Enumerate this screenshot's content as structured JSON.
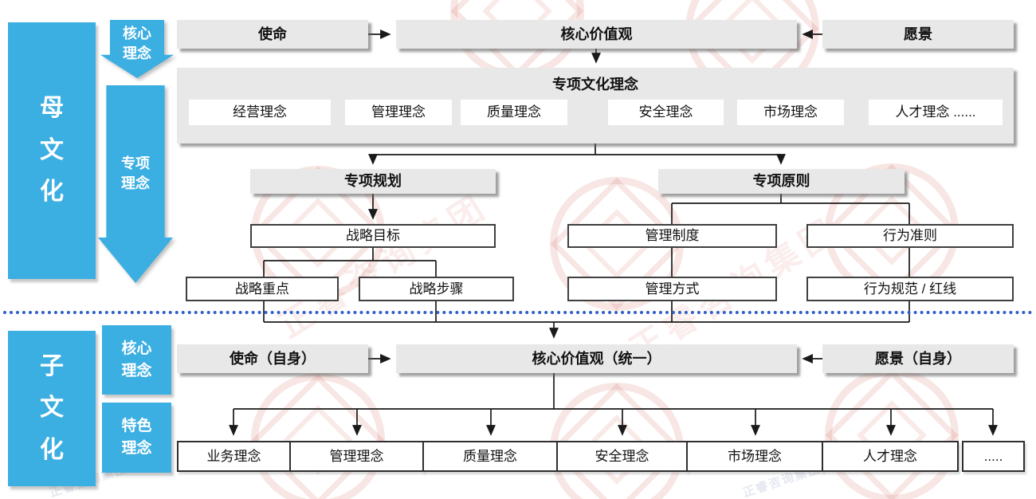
{
  "left_rail": {
    "parent_label": "母文化",
    "child_label": "子文化",
    "parent_core_tag": "核心理念",
    "parent_special_tag": "专项理念",
    "child_core_tag": "核心理念",
    "child_feature_tag": "特色理念"
  },
  "parent_section": {
    "mission": "使命",
    "core_values": "核心价值观",
    "vision": "愿景",
    "special_culture_title": "专项文化理念",
    "special_culture_items": [
      "经营理念",
      "管理理念",
      "质量理念",
      "安全理念",
      "市场理念",
      "人才理念  ......"
    ],
    "planning": {
      "title": "专项规划",
      "strategic_goal": "战略目标",
      "strategic_focus": "战略重点",
      "strategic_steps": "战略步骤"
    },
    "principles": {
      "title": "专项原则",
      "management_system": "管理制度",
      "management_method": "管理方式",
      "code_of_conduct": "行为准则",
      "behavior_norms": "行为规范 / 红线"
    }
  },
  "child_section": {
    "mission": "使命（自身）",
    "core_values": "核心价值观（统一）",
    "vision": "愿景（自身）",
    "concept_items": [
      "业务理念",
      "管理理念",
      "质量理念",
      "安全理念",
      "市场理念",
      "人才理念",
      "....."
    ]
  },
  "watermark": {
    "seal_text": "正睿咨询集团"
  },
  "colors": {
    "accent_blue": "#3BAEE2",
    "divider_blue": "#2E5FC9",
    "box_gray": "#E8E8E8",
    "line_dark": "#1A1A1A",
    "seal_red": "#C43C2D"
  }
}
